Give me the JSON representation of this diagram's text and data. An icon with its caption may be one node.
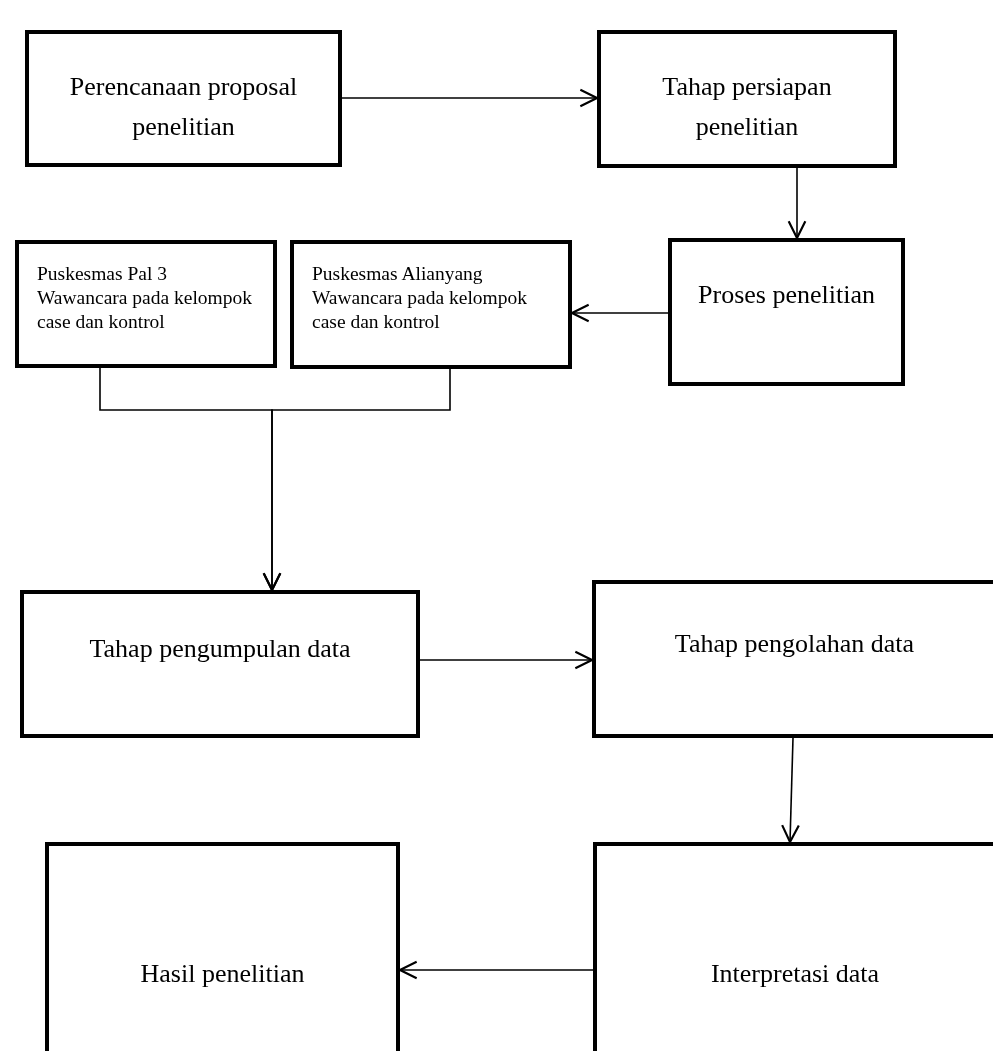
{
  "diagram": {
    "nodes": [
      {
        "text": [
          "Perencanaan proposal penelitian"
        ]
      },
      {
        "text": [
          "Tahap persiapan penelitian"
        ]
      },
      {
        "text": [
          "Proses penelitian"
        ]
      },
      {
        "text": [
          "Puskesmas Pal 3",
          "Wawancara pada kelompok case dan kontrol"
        ]
      },
      {
        "text": [
          "Puskesmas Alianyang",
          "Wawancara pada kelompok case dan kontrol"
        ]
      },
      {
        "text": [
          "Tahap pengumpulan data"
        ]
      },
      {
        "text": [
          "Tahap pengolahan data"
        ]
      },
      {
        "text": [
          "Interpretasi data"
        ]
      },
      {
        "text": [
          "Hasil penelitian"
        ]
      }
    ],
    "edges": [
      {
        "from": 0,
        "to": 1,
        "arrow": "to"
      },
      {
        "from": 1,
        "to": 2,
        "arrow": "to"
      },
      {
        "from": 2,
        "to": 4,
        "arrow": "to"
      },
      {
        "from": 3,
        "to": 5,
        "arrow": "to"
      },
      {
        "from": 4,
        "to": 5,
        "arrow": "to"
      },
      {
        "from": 5,
        "to": 6,
        "arrow": "to"
      },
      {
        "from": 6,
        "to": 7,
        "arrow": "to"
      },
      {
        "from": 7,
        "to": 8,
        "arrow": "to"
      }
    ]
  }
}
